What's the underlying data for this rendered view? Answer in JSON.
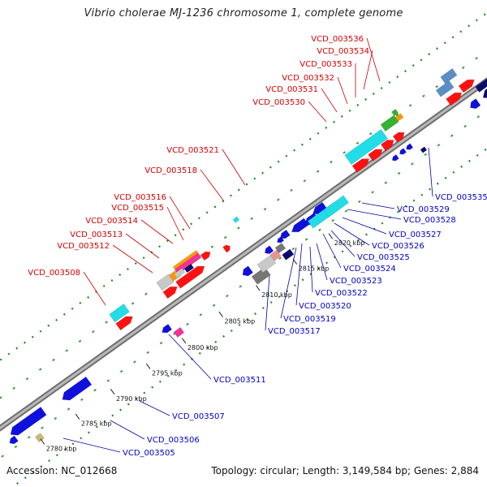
{
  "title": "Vibrio cholerae MJ-1236 chromosome 1, complete genome",
  "footer": {
    "accession": "Accession: NC_012668",
    "summary": "Topology: circular; Length: 3,149,584 bp; Genes: 2,884"
  },
  "colors": {
    "backbone": "#8a8a8a",
    "forward_label": "#d40000",
    "reverse_label": "#0000c8",
    "red": "#ff1111",
    "blue": "#1010dd",
    "navy": "#0b0b6e",
    "cyan": "#22dde8",
    "green": "#33b233",
    "orange": "#ff9900",
    "pink": "#ee3399",
    "light_gray": "#c8c8c8",
    "dark_gray": "#777777",
    "tan": "#c8b878",
    "steel_blue": "#5b8ec4",
    "salmon": "#ee9090",
    "tick_green": "#1a8a1a"
  },
  "ticks": [
    "2780 kbp",
    "2785 kbp",
    "2790 kbp",
    "2795 kbp",
    "2800 kbp",
    "2805 kbp",
    "2810 kbp",
    "2815 kbp",
    "2820 kbp"
  ],
  "forward_labels": [
    "VCD_003536",
    "VCD_003534",
    "VCD_003533",
    "VCD_003532",
    "VCD_003531",
    "VCD_003530",
    "VCD_003521",
    "VCD_003518",
    "VCD_003516",
    "VCD_003515",
    "VCD_003514",
    "VCD_003513",
    "VCD_003512",
    "VCD_003508"
  ],
  "reverse_labels": [
    "VCD_003535",
    "VCD_003529",
    "VCD_003528",
    "VCD_003527",
    "VCD_003526",
    "VCD_003525",
    "VCD_003524",
    "VCD_003523",
    "VCD_003522",
    "VCD_003520",
    "VCD_003519",
    "VCD_003517",
    "VCD_003511",
    "VCD_003507",
    "VCD_003506",
    "VCD_003505"
  ]
}
